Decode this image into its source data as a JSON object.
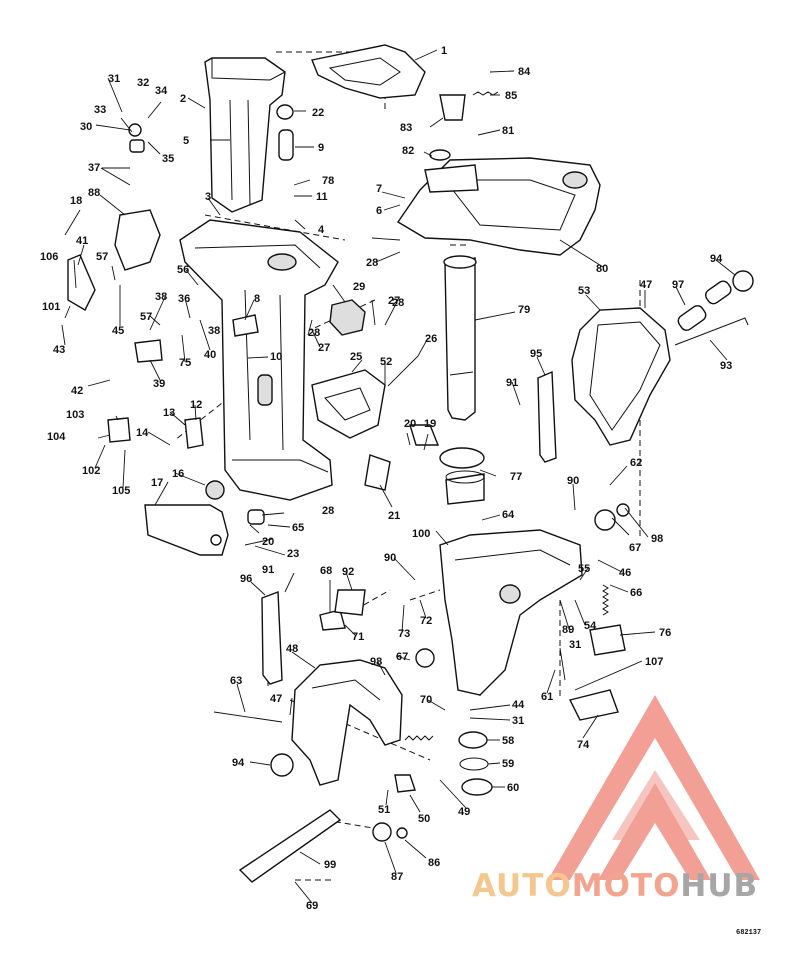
{
  "diagram": {
    "figure_code": "682137",
    "part_numbers": [
      "1",
      "2",
      "3",
      "4",
      "5",
      "6",
      "7",
      "8",
      "9",
      "10",
      "11",
      "12",
      "13",
      "14",
      "16",
      "17",
      "18",
      "19",
      "20",
      "21",
      "22",
      "23",
      "25",
      "26",
      "27",
      "28",
      "29",
      "30",
      "31",
      "32",
      "33",
      "34",
      "35",
      "36",
      "37",
      "38",
      "39",
      "40",
      "41",
      "42",
      "43",
      "44",
      "45",
      "46",
      "47",
      "48",
      "49",
      "50",
      "51",
      "52",
      "53",
      "54",
      "55",
      "56",
      "57",
      "58",
      "59",
      "60",
      "61",
      "62",
      "63",
      "64",
      "65",
      "66",
      "67",
      "68",
      "69",
      "70",
      "71",
      "72",
      "73",
      "74",
      "75",
      "76",
      "77",
      "78",
      "79",
      "80",
      "81",
      "82",
      "83",
      "84",
      "85",
      "86",
      "87",
      "88",
      "89",
      "90",
      "91",
      "92",
      "93",
      "94",
      "95",
      "96",
      "97",
      "98",
      "99",
      "100",
      "101",
      "102",
      "103",
      "104",
      "105",
      "106",
      "107"
    ]
  },
  "watermark": {
    "brand_parts": [
      "AUTO",
      "MOTO",
      "HUB"
    ],
    "colors": {
      "triangle": "#f08a7e",
      "auto": "#f4c78e",
      "moto": "#f3a48f",
      "hub": "#a6a6a6"
    }
  }
}
